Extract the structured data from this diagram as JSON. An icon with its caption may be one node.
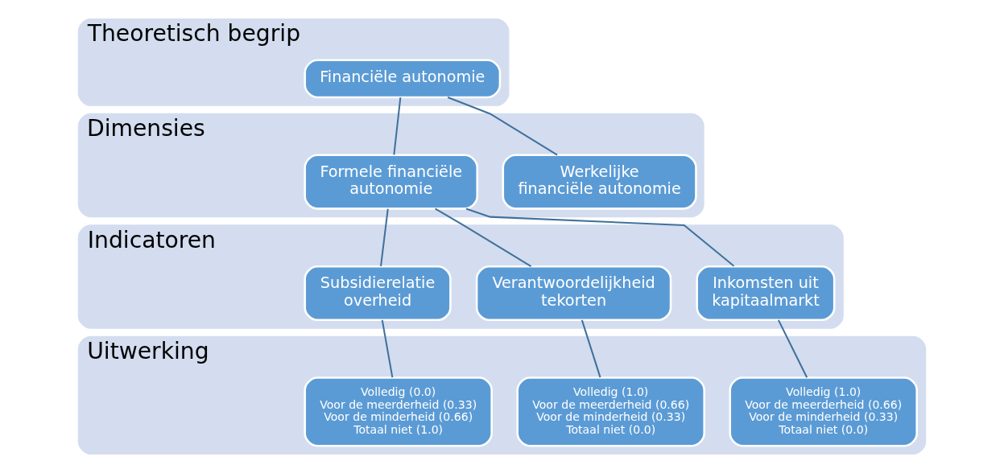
{
  "diagram": {
    "nodes": [
      {
        "text": [
          "Theoretisch begrip"
        ]
      },
      {
        "text": [
          "Financiële autonomie"
        ],
        "in": 0
      },
      {
        "text": [
          "Dimensies"
        ]
      },
      {
        "text": [
          "Formele financiële autonomie"
        ],
        "in": 2
      },
      {
        "text": [
          "Werkelijke financiële autonomie"
        ],
        "in": 2
      },
      {
        "text": [
          "Indicatoren"
        ]
      },
      {
        "text": [
          "Subsidierelatie overheid"
        ],
        "in": 5
      },
      {
        "text": [
          "Verantwoordelijkheid tekorten"
        ],
        "in": 5
      },
      {
        "text": [
          "Inkomsten uit kapitaalmarkt"
        ],
        "in": 5
      },
      {
        "text": [
          "Uitwerking"
        ]
      },
      {
        "text": [
          "Volledig (0.0)",
          "Voor de meerderheid (0.33)",
          "Voor de minderheid (0.66)",
          "Totaal niet (1.0)"
        ],
        "in": 9
      },
      {
        "text": [
          "Volledig (1.0)",
          "Voor de meerderheid (0.66)",
          "Voor de minderheid (0.33)",
          "Totaal niet (0.0)"
        ],
        "in": 9
      },
      {
        "text": [
          "Volledig (1.0)",
          "Voor de meerderheid (0.66)",
          "Voor de minderheid (0.33)",
          "Totaal niet (0.0)"
        ],
        "in": 9
      }
    ],
    "edges": [
      {
        "from": 1,
        "to": 3,
        "arrow": "none"
      },
      {
        "from": 1,
        "to": 4,
        "arrow": "none"
      },
      {
        "from": 3,
        "to": 6,
        "arrow": "none"
      },
      {
        "from": 3,
        "to": 7,
        "arrow": "none"
      },
      {
        "from": 3,
        "to": 8,
        "arrow": "none"
      },
      {
        "from": 6,
        "to": 10,
        "arrow": "none"
      },
      {
        "from": 7,
        "to": 11,
        "arrow": "none"
      },
      {
        "from": 8,
        "to": 12,
        "arrow": "none"
      }
    ]
  }
}
